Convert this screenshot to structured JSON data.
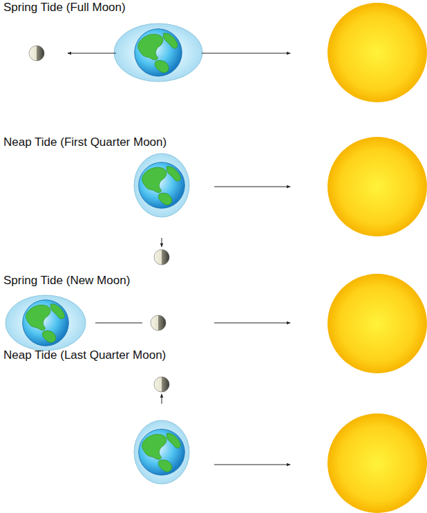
{
  "diagram": {
    "labels": [
      "Spring Tide (Full Moon)",
      "Neap Tide (First Quarter Moon)",
      "Spring Tide (New Moon)",
      "Neap Tide (Last Quarter Moon)"
    ]
  }
}
